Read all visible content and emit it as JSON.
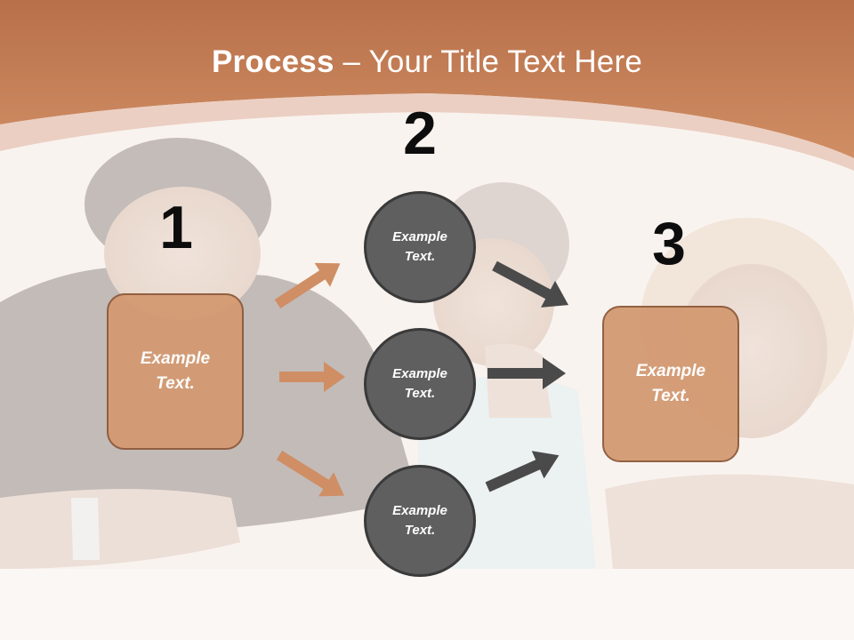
{
  "title": {
    "bold": "Process",
    "rest": " – Your Title Text Here"
  },
  "steps": [
    {
      "number": "1",
      "box_text": "Example Text."
    },
    {
      "number": "2",
      "circles": [
        "Example Text.",
        "Example Text.",
        "Example Text."
      ]
    },
    {
      "number": "3",
      "box_text": "Example Text."
    }
  ],
  "colors": {
    "header": "#c9825a",
    "box_fill": "#d39a72",
    "circle_fill": "#5f5f5f",
    "orange_arrow": "#d08e64",
    "dark_arrow": "#4a4a4a"
  },
  "background_image": "family-photo"
}
